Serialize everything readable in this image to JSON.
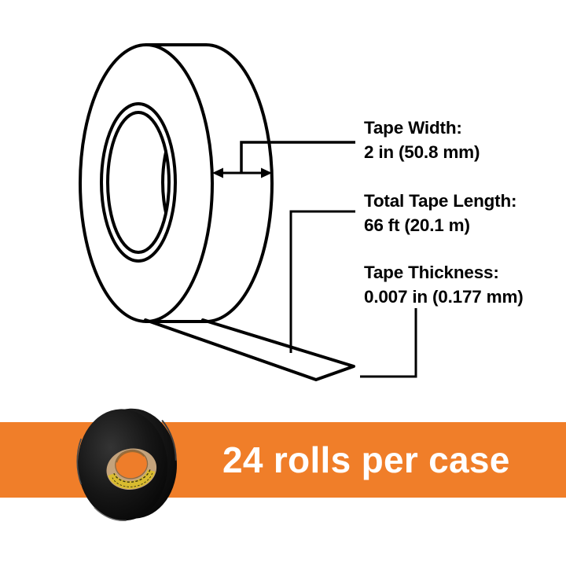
{
  "diagram": {
    "title": "tape-roll-dimension-diagram",
    "specs": [
      {
        "label": "Tape Width:",
        "value": "2 in (50.8 mm)"
      },
      {
        "label": "Total Tape Length:",
        "value": "66 ft (20.1 m)"
      },
      {
        "label": "Tape Thickness:",
        "value": "0.007 in (0.177 mm)"
      }
    ],
    "line_color": "#000000"
  },
  "banner": {
    "text": "24 rolls per case",
    "background_color": "#F07E29",
    "text_color": "#FFFFFF"
  },
  "photo": {
    "subject": "black-tape-roll",
    "colors": {
      "roll": "#121212",
      "cardboard_core": "#C4A37C",
      "core_label": "#D9BC2F",
      "hole_showing_banner": "#EE7D2A"
    }
  }
}
